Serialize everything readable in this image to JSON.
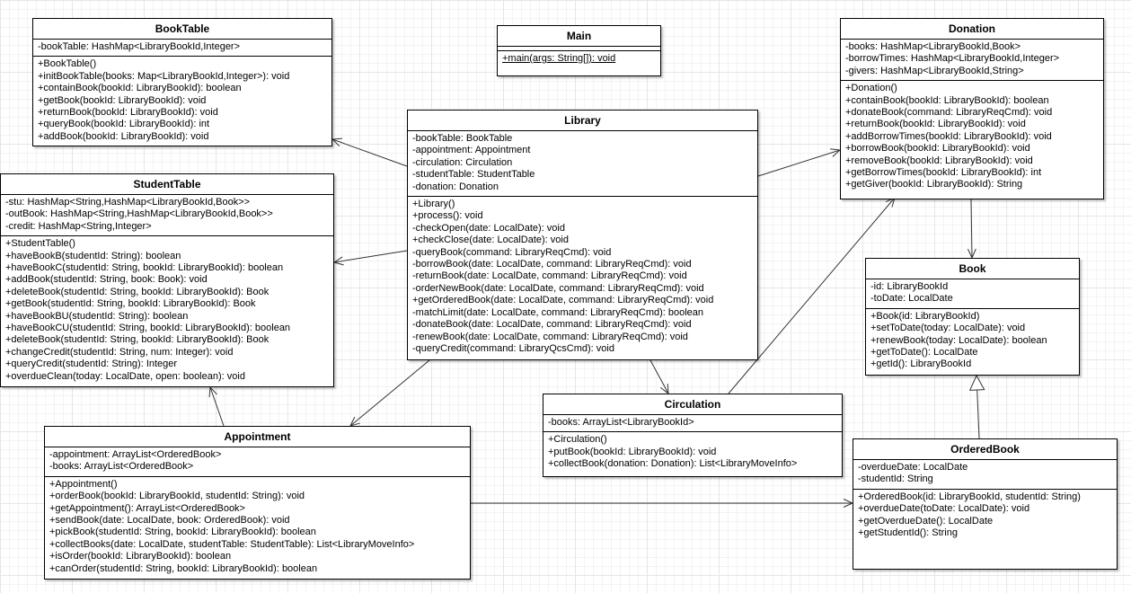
{
  "classes": {
    "booktable": {
      "name": "BookTable",
      "fields": [
        "-bookTable: HashMap<LibraryBookId,Integer>"
      ],
      "methods": [
        "+BookTable()",
        "+initBookTable(books: Map<LibraryBookId,Integer>): void",
        "+containBook(bookId: LibraryBookId): boolean",
        "+getBook(bookId: LibraryBookId): void",
        "+returnBook(bookId: LibraryBookId): void",
        "+queryBook(bookId: LibraryBookId): int",
        "+addBook(bookId: LibraryBookId): void"
      ]
    },
    "main": {
      "name": "Main",
      "fields": [],
      "methods": [
        "+main(args: String[]): void"
      ]
    },
    "donation": {
      "name": "Donation",
      "fields": [
        "-books: HashMap<LibraryBookId,Book>",
        "-borrowTimes: HashMap<LibraryBookId,Integer>",
        "-givers: HashMap<LibraryBookId,String>"
      ],
      "methods": [
        "+Donation()",
        "+containBook(bookId: LibraryBookId): boolean",
        "+donateBook(command: LibraryReqCmd): void",
        "+returnBook(bookId: LibraryBookId): void",
        "+addBorrowTimes(bookId: LibraryBookId): void",
        "+borrowBook(bookId: LibraryBookId): void",
        "+removeBook(bookId: LibraryBookId): void",
        "+getBorrowTimes(bookId: LibraryBookId): int",
        "+getGiver(bookId: LibraryBookId): String"
      ]
    },
    "library": {
      "name": "Library",
      "fields": [
        "-bookTable: BookTable",
        "-appointment: Appointment",
        "-circulation: Circulation",
        "-studentTable: StudentTable",
        "-donation: Donation"
      ],
      "methods": [
        "+Library()",
        "+process(): void",
        "-checkOpen(date: LocalDate): void",
        "+checkClose(date: LocalDate): void",
        "-queryBook(command: LibraryReqCmd): void",
        "-borrowBook(date: LocalDate, command: LibraryReqCmd): void",
        "-returnBook(date: LocalDate, command: LibraryReqCmd): void",
        "-orderNewBook(date: LocalDate, command: LibraryReqCmd): void",
        "+getOrderedBook(date: LocalDate, command: LibraryReqCmd): void",
        "-matchLimit(date: LocalDate, command: LibraryReqCmd): boolean",
        "-donateBook(date: LocalDate, command: LibraryReqCmd): void",
        "-renewBook(date: LocalDate, command: LibraryReqCmd): void",
        "-queryCredit(command: LibraryQcsCmd): void"
      ]
    },
    "studenttable": {
      "name": "StudentTable",
      "fields": [
        "-stu: HashMap<String,HashMap<LibraryBookId,Book>>",
        "-outBook: HashMap<String,HashMap<LibraryBookId,Book>>",
        "-credit: HashMap<String,Integer>"
      ],
      "methods": [
        "+StudentTable()",
        "+haveBookB(studentId: String): boolean",
        "+haveBookC(studentId: String, bookId: LibraryBookId): boolean",
        "+addBook(studentId: String, book: Book): void",
        "+deleteBook(studentId: String, bookId: LibraryBookId): Book",
        "+getBook(studentId: String, bookId: LibraryBookId): Book",
        "+haveBookBU(studentId: String): boolean",
        "+haveBookCU(studentId: String, bookId: LibraryBookId): boolean",
        "+deleteBook(studentId: String, bookId: LibraryBookId): Book",
        "+changeCredit(studentId: String, num: Integer): void",
        "+queryCredit(studentId: String): Integer",
        "+overdueClean(today: LocalDate, open: boolean): void"
      ]
    },
    "book": {
      "name": "Book",
      "fields": [
        "-id: LibraryBookId",
        "-toDate: LocalDate"
      ],
      "methods": [
        "+Book(id: LibraryBookId)",
        "+setToDate(today: LocalDate): void",
        "+renewBook(today: LocalDate): boolean",
        "+getToDate(): LocalDate",
        "+getId(): LibraryBookId"
      ]
    },
    "circulation": {
      "name": "Circulation",
      "fields": [
        "-books: ArrayList<LibraryBookId>"
      ],
      "methods": [
        "+Circulation()",
        "+putBook(bookId: LibraryBookId): void",
        "+collectBook(donation: Donation): List<LibraryMoveInfo>"
      ]
    },
    "appointment": {
      "name": "Appointment",
      "fields": [
        "-appointment: ArrayList<OrderedBook>",
        "-books: ArrayList<OrderedBook>"
      ],
      "methods": [
        "+Appointment()",
        "+orderBook(bookId: LibraryBookId, studentId: String): void",
        "+getAppointment(): ArrayList<OrderedBook>",
        "+sendBook(date: LocalDate, book: OrderedBook): void",
        "+pickBook(studentId: String, bookId: LibraryBookId): boolean",
        "+collectBooks(date: LocalDate, studentTable: StudentTable): List<LibraryMoveInfo>",
        "+isOrder(bookId: LibraryBookId): boolean",
        "+canOrder(studentId: String, bookId: LibraryBookId): boolean"
      ]
    },
    "orderedbook": {
      "name": "OrderedBook",
      "fields": [
        "-overdueDate: LocalDate",
        "-studentId: String"
      ],
      "methods": [
        "+OrderedBook(id: LibraryBookId, studentId: String)",
        "+overdueDate(toDate: LocalDate): void",
        "+getOverdueDate(): LocalDate",
        "+getStudentId(): String"
      ]
    }
  },
  "relations": [
    {
      "from": "library",
      "to": "booktable",
      "kind": "association"
    },
    {
      "from": "library",
      "to": "studenttable",
      "kind": "association"
    },
    {
      "from": "library",
      "to": "appointment",
      "kind": "association"
    },
    {
      "from": "library",
      "to": "circulation",
      "kind": "association"
    },
    {
      "from": "library",
      "to": "donation",
      "kind": "association"
    },
    {
      "from": "circulation",
      "to": "donation",
      "kind": "association"
    },
    {
      "from": "donation",
      "to": "book",
      "kind": "association"
    },
    {
      "from": "appointment",
      "to": "studenttable",
      "kind": "association"
    },
    {
      "from": "appointment",
      "to": "orderedbook",
      "kind": "association"
    },
    {
      "from": "orderedbook",
      "to": "book",
      "kind": "generalization"
    }
  ]
}
